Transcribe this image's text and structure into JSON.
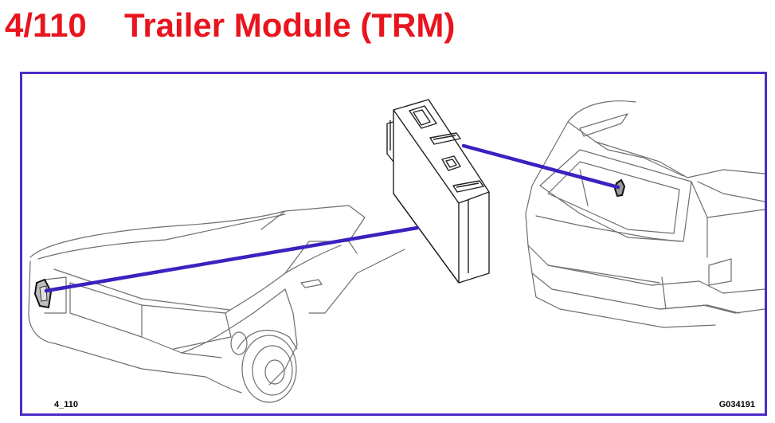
{
  "header": {
    "code": "4/110",
    "title": "Trailer Module (TRM)"
  },
  "figure": {
    "label_left": "4_110",
    "label_right": "G034191"
  },
  "colors": {
    "title": "#e8141e",
    "frame": "#4b2bc8",
    "leader": "#3a22c0",
    "line": "#6e6e6e"
  }
}
